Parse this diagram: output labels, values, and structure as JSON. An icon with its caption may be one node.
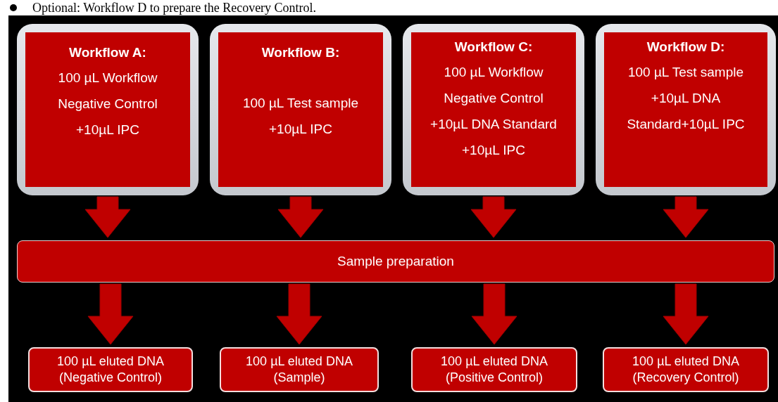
{
  "diagram": {
    "nodes": [
      {
        "text": [
          "Workflow A:",
          "100 µL Workflow Negative Control +10µL IPC"
        ]
      },
      {
        "text": [
          "Workflow B:",
          "100 µL Test sample +10µL IPC"
        ]
      },
      {
        "text": [
          "Workflow C:",
          "100 µL Workflow Negative Control +10µL DNA Standard +10µL IPC"
        ]
      },
      {
        "text": [
          "Workflow D:",
          "100 µL Test sample +10µL DNA Standard+10µL IPC"
        ]
      },
      {
        "text": [
          "Sample preparation"
        ]
      },
      {
        "text": [
          "100 µL eluted DNA (Negative Control)"
        ]
      },
      {
        "text": [
          "100 µL eluted DNA (Sample)"
        ]
      },
      {
        "text": [
          "100 µL eluted DNA (Positive Control)"
        ]
      },
      {
        "text": [
          "100 µL eluted DNA (Recovery Control)"
        ]
      }
    ],
    "edges": [
      {
        "from": 0,
        "to": 4,
        "arrow": "to",
        "style": "thick"
      },
      {
        "from": 1,
        "to": 4,
        "arrow": "to",
        "style": "thick"
      },
      {
        "from": 2,
        "to": 4,
        "arrow": "to",
        "style": "thick"
      },
      {
        "from": 3,
        "to": 4,
        "arrow": "to",
        "style": "thick"
      },
      {
        "from": 4,
        "to": 5,
        "arrow": "to",
        "style": "thick"
      },
      {
        "from": 4,
        "to": 6,
        "arrow": "to",
        "style": "thick"
      },
      {
        "from": 4,
        "to": 7,
        "arrow": "to",
        "style": "thick"
      },
      {
        "from": 4,
        "to": 8,
        "arrow": "to",
        "style": "thick"
      }
    ],
    "labels": [
      "Optional: Workflow D to prepare the Recovery Control."
    ]
  }
}
